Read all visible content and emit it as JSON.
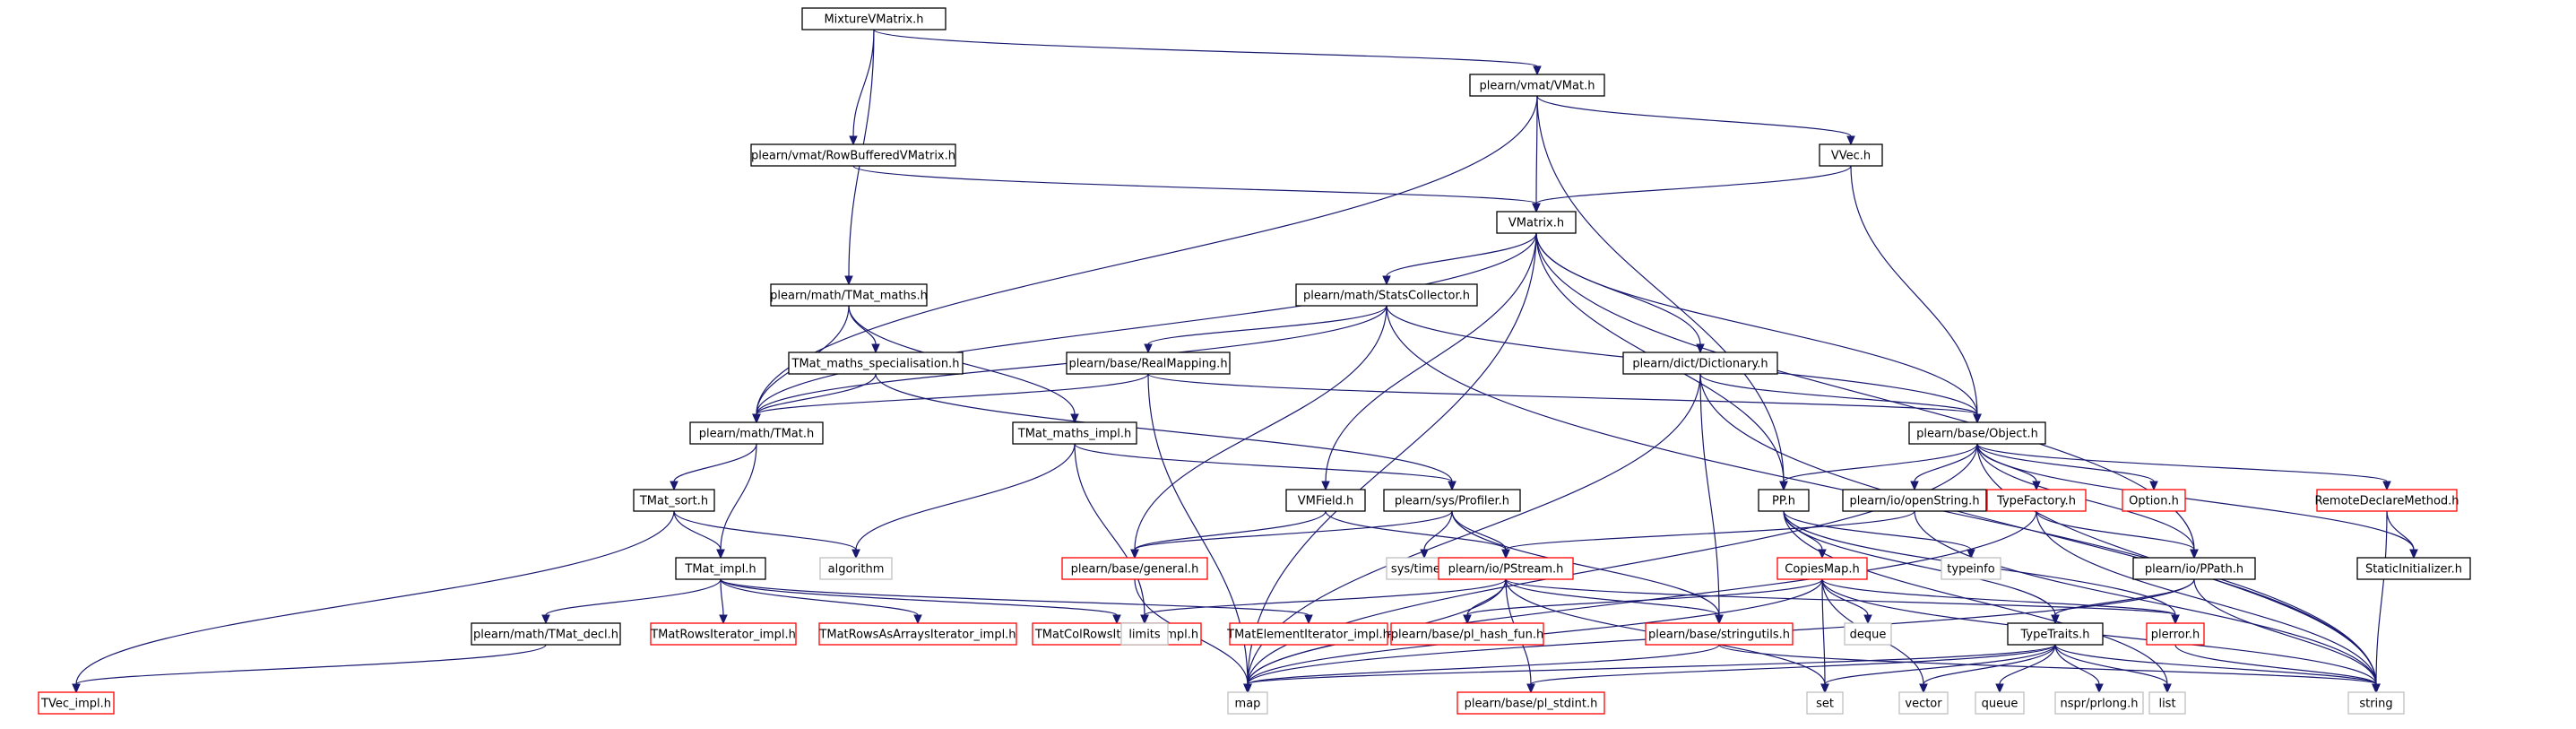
{
  "diagram": {
    "kind": "include-dependency-graph",
    "colors": {
      "edge": "#191970",
      "root_fill": "#bfbfbf",
      "normal_border": "#000000",
      "truncated_border": "#ff0000",
      "external_border": "#bfbfbf",
      "external_text": "#000000",
      "background": "#ffffff"
    },
    "nodes": [
      {
        "id": "mixture",
        "label": "MixtureVMatrix.h",
        "kind": "root"
      },
      {
        "id": "vmat",
        "label": "plearn/vmat/VMat.h",
        "kind": "normal"
      },
      {
        "id": "rowbuf",
        "label": "plearn/vmat/RowBufferedVMatrix.h",
        "kind": "normal"
      },
      {
        "id": "vvec",
        "label": "VVec.h",
        "kind": "normal"
      },
      {
        "id": "vmatrix",
        "label": "VMatrix.h",
        "kind": "normal"
      },
      {
        "id": "tmatmaths",
        "label": "plearn/math/TMat_maths.h",
        "kind": "normal"
      },
      {
        "id": "stats",
        "label": "plearn/math/StatsCollector.h",
        "kind": "normal"
      },
      {
        "id": "tmspec",
        "label": "TMat_maths_specialisation.h",
        "kind": "normal"
      },
      {
        "id": "realmap",
        "label": "plearn/base/RealMapping.h",
        "kind": "normal"
      },
      {
        "id": "dict",
        "label": "plearn/dict/Dictionary.h",
        "kind": "normal"
      },
      {
        "id": "tmat",
        "label": "plearn/math/TMat.h",
        "kind": "normal"
      },
      {
        "id": "tmimpl",
        "label": "TMat_maths_impl.h",
        "kind": "normal"
      },
      {
        "id": "object",
        "label": "plearn/base/Object.h",
        "kind": "normal"
      },
      {
        "id": "tsort",
        "label": "TMat_sort.h",
        "kind": "normal"
      },
      {
        "id": "vmfield",
        "label": "VMField.h",
        "kind": "normal"
      },
      {
        "id": "profiler",
        "label": "plearn/sys/Profiler.h",
        "kind": "normal"
      },
      {
        "id": "pp",
        "label": "PP.h",
        "kind": "normal"
      },
      {
        "id": "openstring",
        "label": "plearn/io/openString.h",
        "kind": "normal"
      },
      {
        "id": "typefactory",
        "label": "TypeFactory.h",
        "kind": "truncated"
      },
      {
        "id": "option",
        "label": "Option.h",
        "kind": "truncated"
      },
      {
        "id": "remote",
        "label": "RemoteDeclareMethod.h",
        "kind": "truncated"
      },
      {
        "id": "algorithm",
        "label": "algorithm",
        "kind": "external"
      },
      {
        "id": "general",
        "label": "plearn/base/general.h",
        "kind": "truncated"
      },
      {
        "id": "systimes",
        "label": "sys/times.h",
        "kind": "external"
      },
      {
        "id": "pstream",
        "label": "plearn/io/PStream.h",
        "kind": "truncated"
      },
      {
        "id": "copiesmap",
        "label": "CopiesMap.h",
        "kind": "truncated"
      },
      {
        "id": "typeinfo",
        "label": "typeinfo",
        "kind": "external"
      },
      {
        "id": "ppath",
        "label": "plearn/io/PPath.h",
        "kind": "normal"
      },
      {
        "id": "staticinit",
        "label": "StaticInitializer.h",
        "kind": "normal"
      },
      {
        "id": "timpl",
        "label": "TMat_impl.h",
        "kind": "normal"
      },
      {
        "id": "deque",
        "label": "deque",
        "kind": "external"
      },
      {
        "id": "tmatdecl",
        "label": "plearn/math/TMat_decl.h",
        "kind": "normal"
      },
      {
        "id": "rowsit",
        "label": "TMatRowsIterator_impl.h",
        "kind": "truncated"
      },
      {
        "id": "rowsarr",
        "label": "TMatRowsAsArraysIterator_impl.h",
        "kind": "truncated"
      },
      {
        "id": "colrows",
        "label": "TMatColRowsIterator_impl.h",
        "kind": "truncated"
      },
      {
        "id": "elemit",
        "label": "TMatElementIterator_impl.h",
        "kind": "truncated"
      },
      {
        "id": "limits",
        "label": "limits",
        "kind": "external"
      },
      {
        "id": "hashfun",
        "label": "plearn/base/pl_hash_fun.h",
        "kind": "truncated"
      },
      {
        "id": "stringutils",
        "label": "plearn/base/stringutils.h",
        "kind": "truncated"
      },
      {
        "id": "typetraits",
        "label": "TypeTraits.h",
        "kind": "normal"
      },
      {
        "id": "plerror",
        "label": "plerror.h",
        "kind": "truncated"
      },
      {
        "id": "tvecimpl",
        "label": "TVec_impl.h",
        "kind": "truncated"
      },
      {
        "id": "map",
        "label": "map",
        "kind": "external"
      },
      {
        "id": "stdint",
        "label": "plearn/base/pl_stdint.h",
        "kind": "truncated"
      },
      {
        "id": "set",
        "label": "set",
        "kind": "external"
      },
      {
        "id": "vector",
        "label": "vector",
        "kind": "external"
      },
      {
        "id": "queue",
        "label": "queue",
        "kind": "external"
      },
      {
        "id": "prlong",
        "label": "nspr/prlong.h",
        "kind": "external"
      },
      {
        "id": "list",
        "label": "list",
        "kind": "external"
      },
      {
        "id": "string",
        "label": "string",
        "kind": "external"
      }
    ],
    "edges": [
      [
        "mixture",
        "vmat"
      ],
      [
        "mixture",
        "rowbuf"
      ],
      [
        "mixture",
        "tmatmaths"
      ],
      [
        "vmat",
        "vvec"
      ],
      [
        "vmat",
        "vmatrix"
      ],
      [
        "vmat",
        "tmat"
      ],
      [
        "vmat",
        "pp"
      ],
      [
        "rowbuf",
        "vmatrix"
      ],
      [
        "vvec",
        "vmatrix"
      ],
      [
        "vvec",
        "object"
      ],
      [
        "vmatrix",
        "tmat"
      ],
      [
        "vmatrix",
        "stats"
      ],
      [
        "vmatrix",
        "dict"
      ],
      [
        "vmatrix",
        "object"
      ],
      [
        "vmatrix",
        "vmfield"
      ],
      [
        "vmatrix",
        "pp"
      ],
      [
        "vmatrix",
        "map"
      ],
      [
        "vmatrix",
        "ppath"
      ],
      [
        "tmatmaths",
        "tmspec"
      ],
      [
        "tmatmaths",
        "tmimpl"
      ],
      [
        "tmatmaths",
        "tmat"
      ],
      [
        "tmspec",
        "tmat"
      ],
      [
        "tmspec",
        "profiler"
      ],
      [
        "stats",
        "realmap"
      ],
      [
        "stats",
        "tmat"
      ],
      [
        "stats",
        "object"
      ],
      [
        "stats",
        "general"
      ],
      [
        "stats",
        "string"
      ],
      [
        "realmap",
        "tmat"
      ],
      [
        "realmap",
        "object"
      ],
      [
        "realmap",
        "map"
      ],
      [
        "dict",
        "object"
      ],
      [
        "dict",
        "stringutils"
      ],
      [
        "dict",
        "map"
      ],
      [
        "dict",
        "string"
      ],
      [
        "tmat",
        "tsort"
      ],
      [
        "tmat",
        "timpl"
      ],
      [
        "tmimpl",
        "profiler"
      ],
      [
        "tmimpl",
        "algorithm"
      ],
      [
        "tmimpl",
        "limits"
      ],
      [
        "tsort",
        "timpl"
      ],
      [
        "tsort",
        "algorithm"
      ],
      [
        "tsort",
        "tvecimpl"
      ],
      [
        "vmfield",
        "general"
      ],
      [
        "vmfield",
        "pstream"
      ],
      [
        "profiler",
        "general"
      ],
      [
        "profiler",
        "systimes"
      ],
      [
        "profiler",
        "pstream"
      ],
      [
        "profiler",
        "stringutils"
      ],
      [
        "object",
        "pp"
      ],
      [
        "object",
        "openstring"
      ],
      [
        "object",
        "typefactory"
      ],
      [
        "object",
        "option"
      ],
      [
        "object",
        "remote"
      ],
      [
        "object",
        "ppath"
      ],
      [
        "object",
        "staticinit"
      ],
      [
        "object",
        "string"
      ],
      [
        "object",
        "map"
      ],
      [
        "pp",
        "copiesmap"
      ],
      [
        "pp",
        "typeinfo"
      ],
      [
        "pp",
        "typetraits"
      ],
      [
        "pp",
        "plerror"
      ],
      [
        "pp",
        "list"
      ],
      [
        "openstring",
        "pstream"
      ],
      [
        "openstring",
        "string"
      ],
      [
        "typefactory",
        "map"
      ],
      [
        "typefactory",
        "ppath"
      ],
      [
        "typefactory",
        "string"
      ],
      [
        "remote",
        "staticinit"
      ],
      [
        "remote",
        "string"
      ],
      [
        "general",
        "map"
      ],
      [
        "pstream",
        "limits"
      ],
      [
        "pstream",
        "map"
      ],
      [
        "pstream",
        "hashfun"
      ],
      [
        "pstream",
        "stdint"
      ],
      [
        "pstream",
        "set"
      ],
      [
        "pstream",
        "plerror"
      ],
      [
        "pstream",
        "stringutils"
      ],
      [
        "copiesmap",
        "map"
      ],
      [
        "copiesmap",
        "hashfun"
      ],
      [
        "copiesmap",
        "deque"
      ],
      [
        "copiesmap",
        "set"
      ],
      [
        "copiesmap",
        "vector"
      ],
      [
        "copiesmap",
        "plerror"
      ],
      [
        "copiesmap",
        "string"
      ],
      [
        "ppath",
        "typetraits"
      ],
      [
        "ppath",
        "map"
      ],
      [
        "ppath",
        "string"
      ],
      [
        "timpl",
        "tmatdecl"
      ],
      [
        "timpl",
        "rowsit"
      ],
      [
        "timpl",
        "rowsarr"
      ],
      [
        "timpl",
        "colrows"
      ],
      [
        "timpl",
        "elemit"
      ],
      [
        "tmatdecl",
        "tvecimpl"
      ],
      [
        "stringutils",
        "map"
      ],
      [
        "stringutils",
        "string"
      ],
      [
        "typetraits",
        "map"
      ],
      [
        "typetraits",
        "set"
      ],
      [
        "typetraits",
        "vector"
      ],
      [
        "typetraits",
        "queue"
      ],
      [
        "typetraits",
        "prlong"
      ],
      [
        "typetraits",
        "list"
      ],
      [
        "typetraits",
        "string"
      ],
      [
        "typetraits",
        "stdint"
      ],
      [
        "plerror",
        "string"
      ]
    ]
  }
}
